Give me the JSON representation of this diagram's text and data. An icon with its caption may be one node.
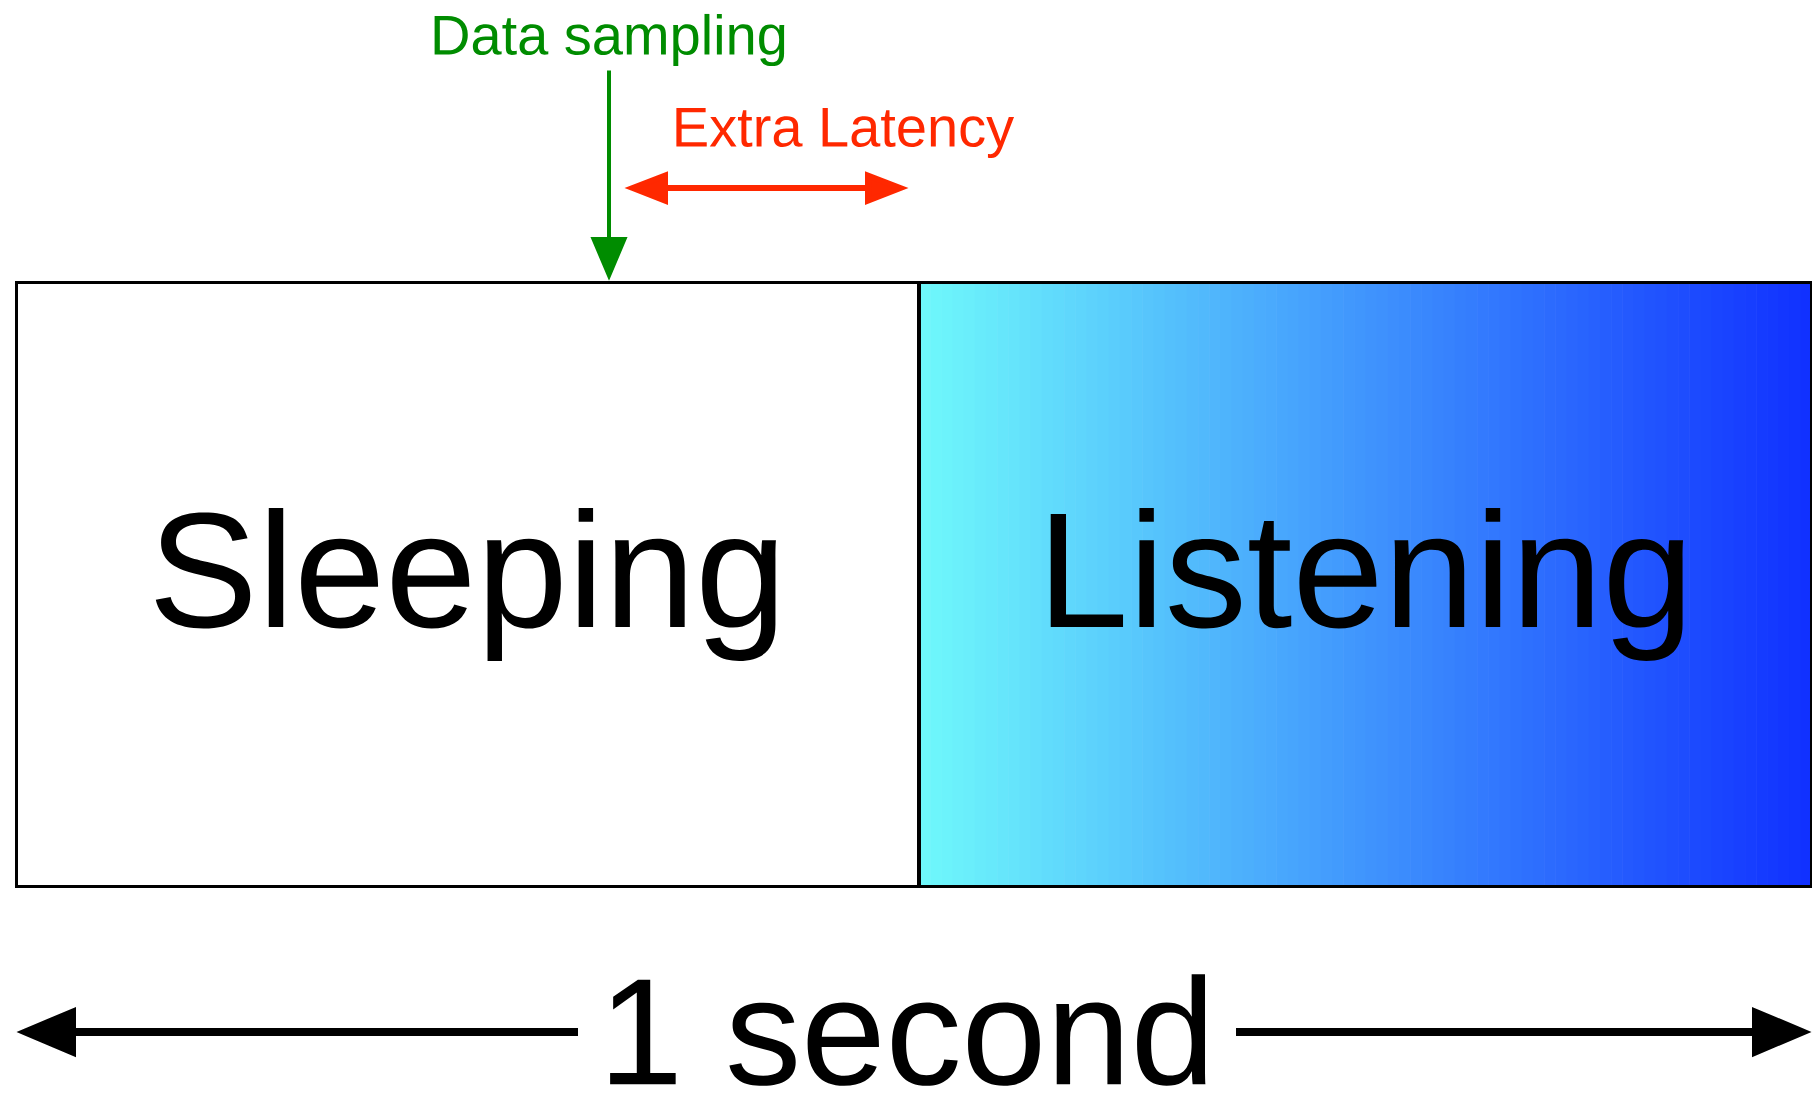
{
  "diagram": {
    "nodes": [
      {
        "text": [
          "Sleeping"
        ]
      },
      {
        "text": [
          "Listening"
        ]
      },
      {
        "text": [
          "Data sampling"
        ]
      }
    ],
    "edges": [
      {
        "from": 2,
        "to": 0,
        "arrow": "to",
        "color": "#008c00"
      }
    ],
    "labels": [
      "Extra Latency",
      "1 second"
    ]
  }
}
